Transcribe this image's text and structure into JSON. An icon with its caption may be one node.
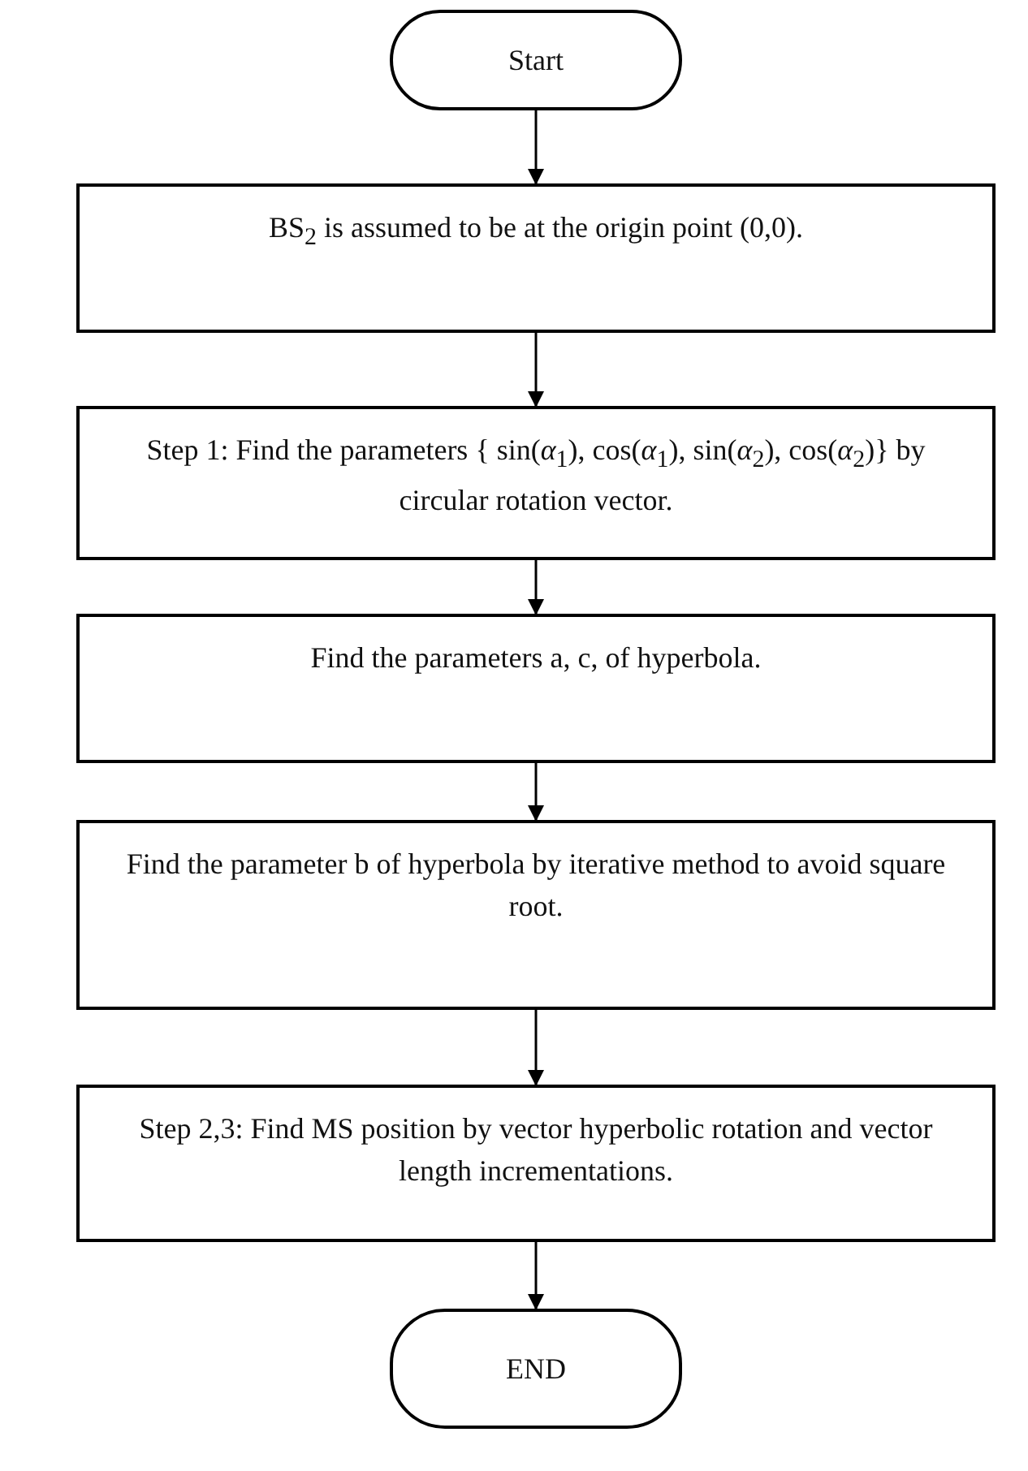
{
  "diagram": {
    "nodes": [
      {
        "text": [
          "Start"
        ]
      },
      {
        "text": [
          "BS$_{2}$ is assumed to be at the origin point (0,0)."
        ]
      },
      {
        "text": [
          "Step 1: Find the parameters { sin(*α*$_{1}$), cos(*α*$_{1}$), sin(*α*$_{2}$), cos(*α*$_{2}$)} by circular rotation vector."
        ]
      },
      {
        "text": [
          "Find the parameters a, c, of hyperbola."
        ]
      },
      {
        "text": [
          "Find the parameter b of hyperbola by iterative method to avoid square root."
        ]
      },
      {
        "text": [
          "Step 2,3: Find MS position by vector hyperbolic rotation and vector length incrementations."
        ]
      },
      {
        "text": [
          "END"
        ]
      }
    ],
    "edges": [
      {
        "from": 0,
        "to": 1,
        "arrow": "to"
      },
      {
        "from": 1,
        "to": 2,
        "arrow": "to"
      },
      {
        "from": 2,
        "to": 3,
        "arrow": "to"
      },
      {
        "from": 3,
        "to": 4,
        "arrow": "to"
      },
      {
        "from": 4,
        "to": 5,
        "arrow": "to"
      },
      {
        "from": 5,
        "to": 6,
        "arrow": "to"
      }
    ]
  }
}
